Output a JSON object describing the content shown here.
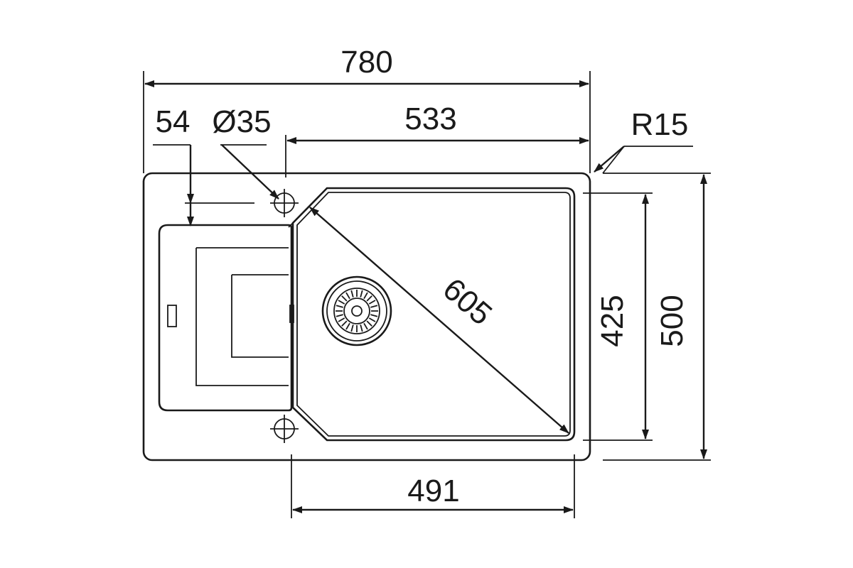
{
  "dimensions": {
    "overall_width": "780",
    "bowl_width_top": "533",
    "tap_hole_offset": "54",
    "tap_hole_diameter": "Ø35",
    "corner_radius": "R15",
    "diagonal": "605",
    "bowl_depth": "425",
    "overall_depth": "500",
    "bowl_width_bottom": "491"
  },
  "colors": {
    "line": "#1a1a1a",
    "background": "#ffffff"
  }
}
